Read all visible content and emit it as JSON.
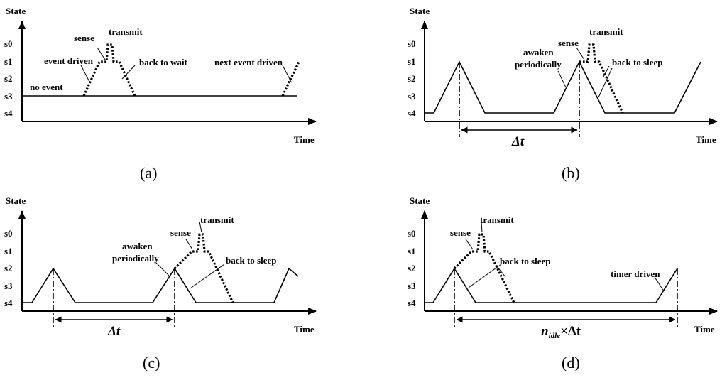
{
  "axis": {
    "y_label": "State",
    "x_label": "Time",
    "states": [
      "s0",
      "s1",
      "s2",
      "s3",
      "s4"
    ]
  },
  "panels": {
    "a": {
      "caption": "(a)",
      "labels": {
        "sense": "sense",
        "transmit": "transmit",
        "event_driven": "event driven",
        "back_to_wait": "back to wait",
        "no_event": "no event",
        "next_event_driven": "next event driven"
      }
    },
    "b": {
      "caption": "(b)",
      "labels": {
        "awaken_line1": "awaken",
        "awaken_line2": "periodically",
        "sense": "sense",
        "transmit": "transmit",
        "back_to_sleep": "back to sleep"
      },
      "interval": "Δt"
    },
    "c": {
      "caption": "(c)",
      "labels": {
        "transmit": "transmit",
        "sense": "sense",
        "awaken_line1": "awaken",
        "awaken_line2": "periodically",
        "back_to_sleep": "back to sleep"
      },
      "interval": "Δt"
    },
    "d": {
      "caption": "(d)",
      "labels": {
        "sense": "sense",
        "transmit": "transmit",
        "back_to_sleep": "back to sleep",
        "timer_driven": "timer driven"
      },
      "interval_n": "n",
      "interval_sub": "idle",
      "interval_rest": "×Δt"
    }
  }
}
